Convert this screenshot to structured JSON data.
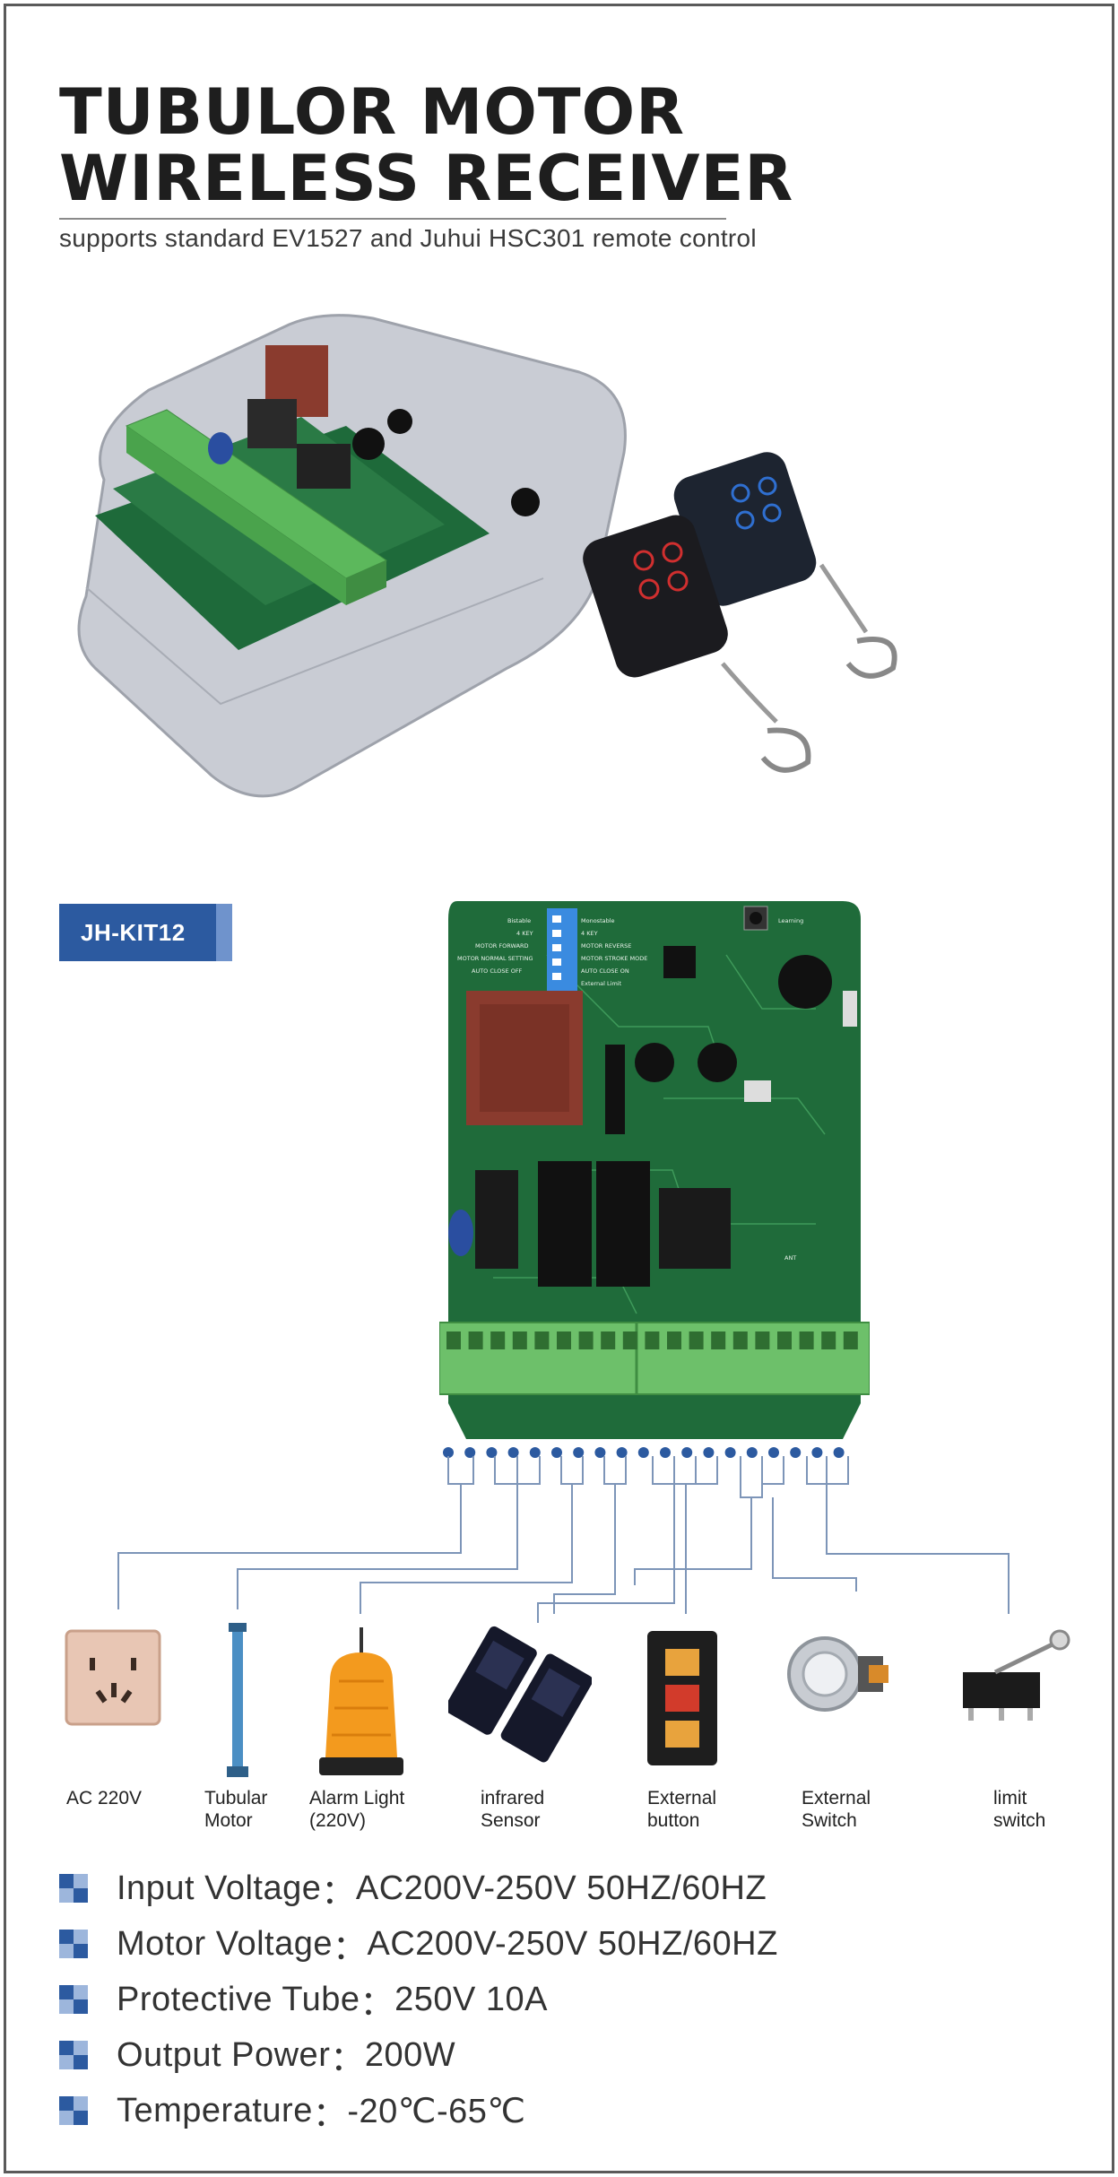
{
  "header": {
    "title_line1": "TUBULOR MOTOR",
    "title_line2": "WIRELESS RECEIVER",
    "subtitle": "supports standard EV1527 and Juhui HSC301 remote control"
  },
  "model": {
    "name": "JH-KIT12"
  },
  "pcb": {
    "dip_labels_left": [
      "Bistable",
      "4 KEY",
      "MOTOR FORWARD",
      "MOTOR NORMAL SETTING",
      "AUTO CLOSE OFF"
    ],
    "dip_labels_right": [
      "Monostable",
      "4 KEY",
      "MOTOR REVERSE",
      "MOTOR STROKE MODE",
      "AUTO CLOSE ON",
      "External Limit"
    ],
    "learning_label": "Learning",
    "ant_label": "ANT"
  },
  "devices": [
    {
      "id": "ac",
      "label": "AC 220V"
    },
    {
      "id": "motor",
      "label": "Tubular\nMotor"
    },
    {
      "id": "alarm",
      "label": "Alarm Light\n(220V)"
    },
    {
      "id": "sensor",
      "label": "infrared\nSensor"
    },
    {
      "id": "button",
      "label": "External\nbutton"
    },
    {
      "id": "switch",
      "label": "External\nSwitch"
    },
    {
      "id": "limit",
      "label": "limit\nswitch"
    }
  ],
  "specs": [
    {
      "label": "Input Voltage",
      "sep": "：",
      "value": "AC200V-250V 50HZ/60HZ"
    },
    {
      "label": "Motor Voltage",
      "sep": "：",
      "value": "AC200V-250V 50HZ/60HZ"
    },
    {
      "label": "Protective Tube",
      "sep": "：",
      "value": "250V 10A"
    },
    {
      "label": "Output Power",
      "sep": "：",
      "value": "200W"
    },
    {
      "label": "Temperature",
      "sep": "：",
      "value": "-20℃-65℃"
    }
  ],
  "colors": {
    "accent_blue": "#2c5aa0",
    "light_blue": "#6f93cc",
    "pcb_green": "#1f6b3a",
    "terminal_green": "#6dc06a",
    "wire": "#7d95b8"
  }
}
